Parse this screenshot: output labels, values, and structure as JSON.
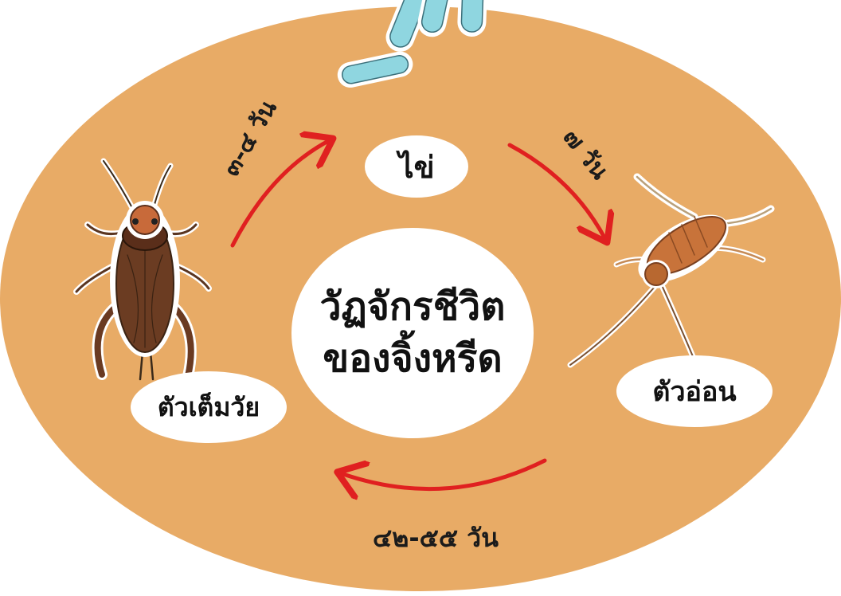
{
  "center_title": {
    "line1": "วัฏจักรชีวิต",
    "line2": "ของจิ้งหรีด"
  },
  "stages": {
    "egg": "ไข่",
    "nymph": "ตัวอ่อน",
    "adult": "ตัวเต็มวัย"
  },
  "durations": {
    "adult_to_egg": "๓-๔ วัน",
    "egg_to_nymph": "๗ วัน",
    "nymph_to_adult": "๔๒-๕๕ วัน"
  },
  "colors": {
    "background_oval": "#e8ab66",
    "arrow": "#e02020",
    "bubble": "#ffffff",
    "text": "#111111"
  },
  "icons": {
    "egg": "cricket-eggs-illustration",
    "nymph": "cricket-nymph-illustration",
    "adult": "adult-cricket-illustration"
  }
}
